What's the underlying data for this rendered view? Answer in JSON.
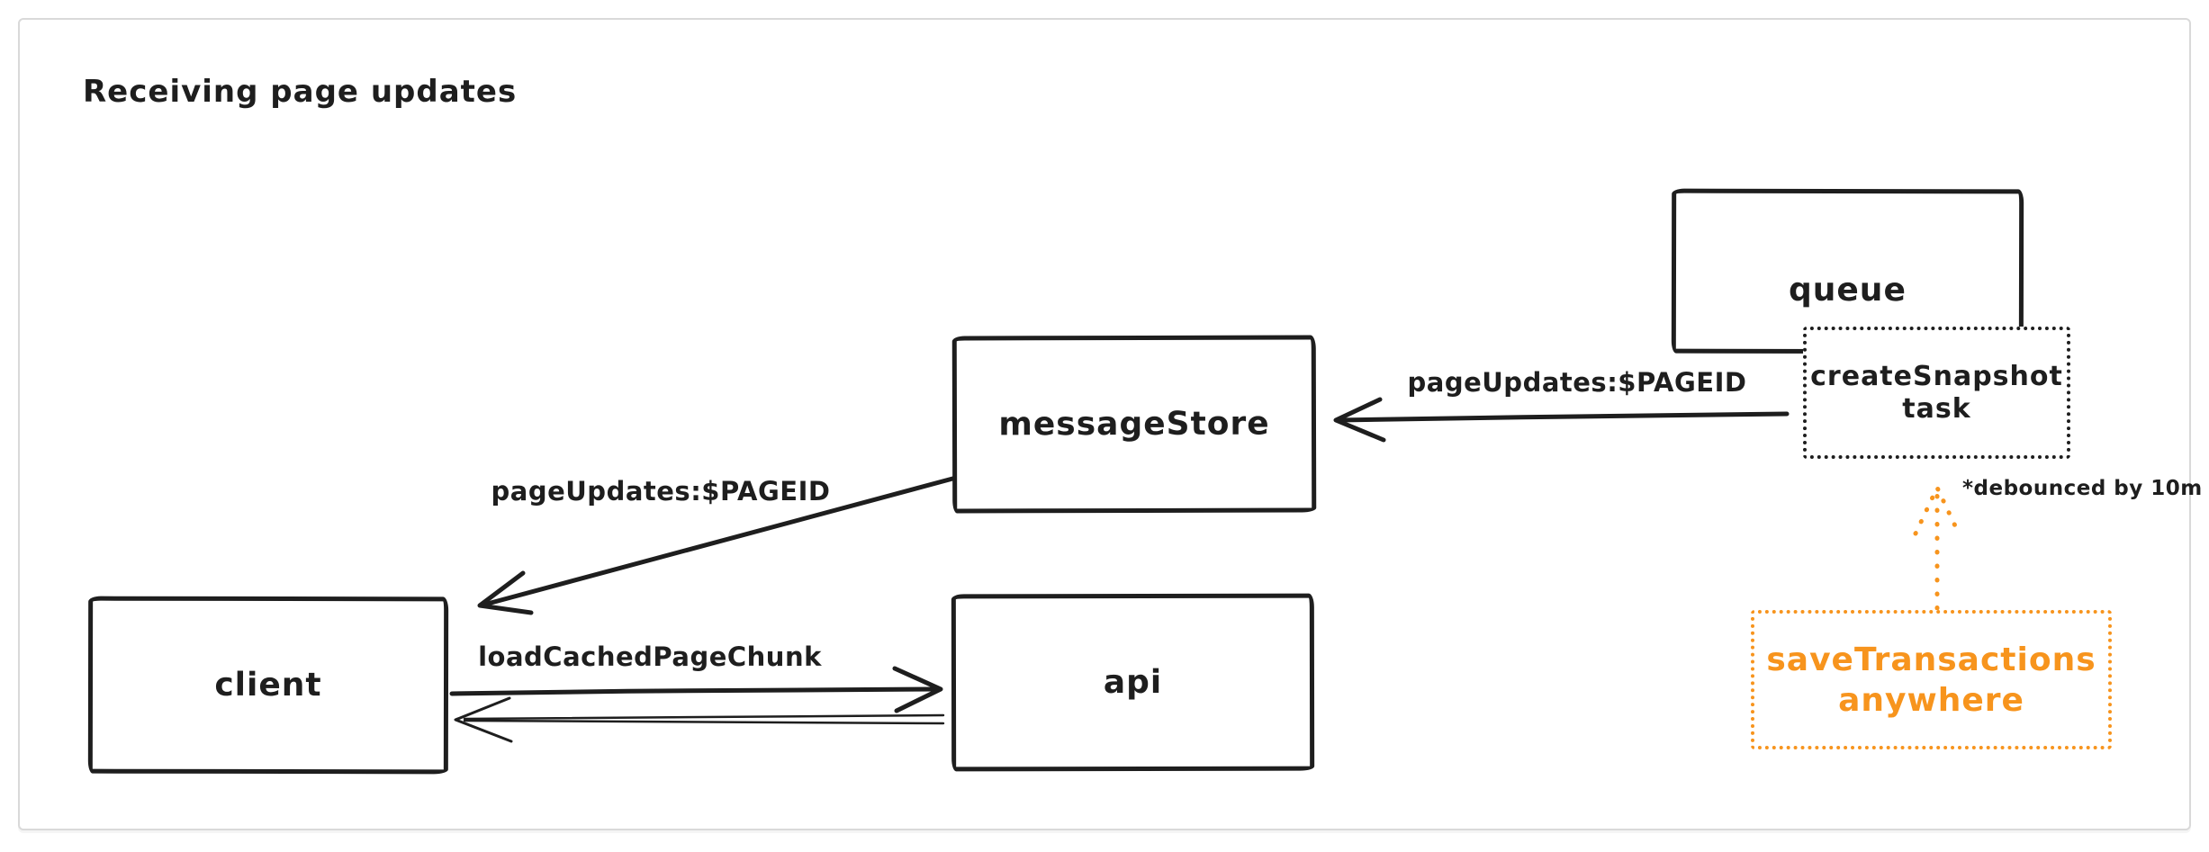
{
  "title": "Receiving page updates",
  "colors": {
    "ink": "#1e1e1e",
    "orange": "#f7941d",
    "frame": "#d9d9d9",
    "background": "#ffffff"
  },
  "nodes": {
    "queue": {
      "label": "queue"
    },
    "createSnapshotTask": {
      "label": "createSnapshot\ntask"
    },
    "messageStore": {
      "label": "messageStore"
    },
    "client": {
      "label": "client"
    },
    "api": {
      "label": "api"
    },
    "saveTransactions": {
      "label": "saveTransactions\nanywhere"
    }
  },
  "edges": {
    "createSnapshotToMessageStore": {
      "label": "pageUpdates:$PAGEID"
    },
    "messageStoreToClient": {
      "label": "pageUpdates:$PAGEID"
    },
    "clientToApi": {
      "label": "loadCachedPageChunk"
    },
    "apiToClient": {
      "label": ""
    },
    "saveTransactionsToCreateSnapshot": {
      "note": "*debounced by 10m"
    }
  }
}
